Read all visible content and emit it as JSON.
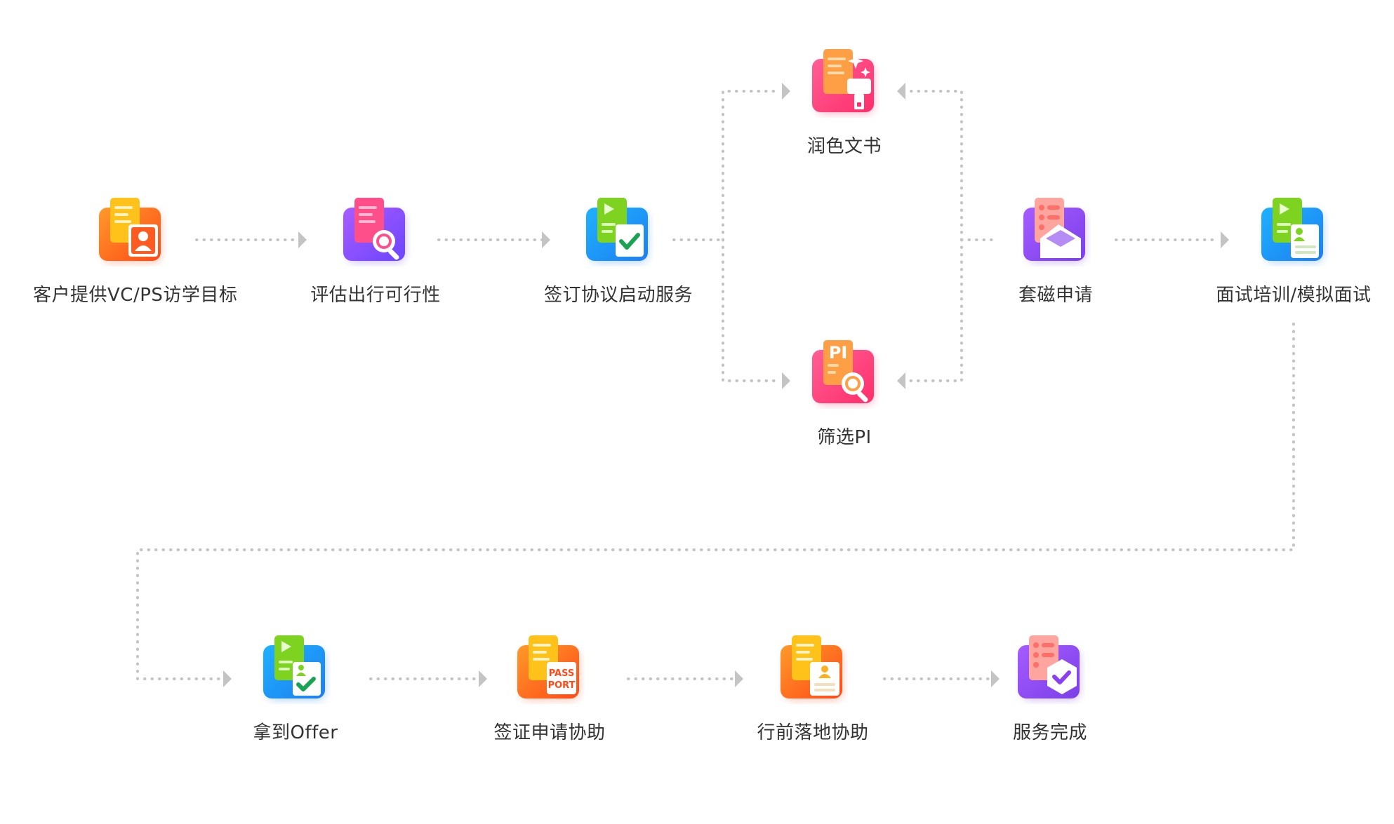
{
  "steps": [
    {
      "id": "s1",
      "label": "客户提供VC/PS访学目标",
      "icon": "document-user-icon",
      "theme": "orange"
    },
    {
      "id": "s2",
      "label": "评估出行可行性",
      "icon": "document-search-icon",
      "theme": "purple"
    },
    {
      "id": "s3",
      "label": "签订协议启动服务",
      "icon": "document-check-icon",
      "theme": "blue"
    },
    {
      "id": "s4",
      "label": "润色文书",
      "icon": "document-polish-icon",
      "theme": "pink"
    },
    {
      "id": "s5",
      "label": "筛选PI",
      "icon": "pi-search-icon",
      "theme": "pink",
      "badge": "PI"
    },
    {
      "id": "s6",
      "label": "套磁申请",
      "icon": "document-mail-icon",
      "theme": "violet"
    },
    {
      "id": "s7",
      "label": "面试培训/模拟面试",
      "icon": "document-profile-icon",
      "theme": "blue"
    },
    {
      "id": "s8",
      "label": "拿到Offer",
      "icon": "offer-check-icon",
      "theme": "blue"
    },
    {
      "id": "s9",
      "label": "签证申请协助",
      "icon": "passport-icon",
      "theme": "orange",
      "badge": "PASS\nPORT"
    },
    {
      "id": "s10",
      "label": "行前落地协助",
      "icon": "document-id-icon",
      "theme": "orange"
    },
    {
      "id": "s11",
      "label": "服务完成",
      "icon": "shield-check-icon",
      "theme": "violet"
    }
  ],
  "colors": {
    "connector": "#c4c4c4",
    "label": "#333333",
    "orange": [
      "#ff9a2a",
      "#ff4a17"
    ],
    "purple": [
      "#a85cff",
      "#6c45ff"
    ],
    "blue": [
      "#1fb1ff",
      "#1e7ff0"
    ],
    "pink": [
      "#ff5f95",
      "#ff2e6b"
    ],
    "violet": [
      "#a45cff",
      "#7b3fe8"
    ]
  }
}
